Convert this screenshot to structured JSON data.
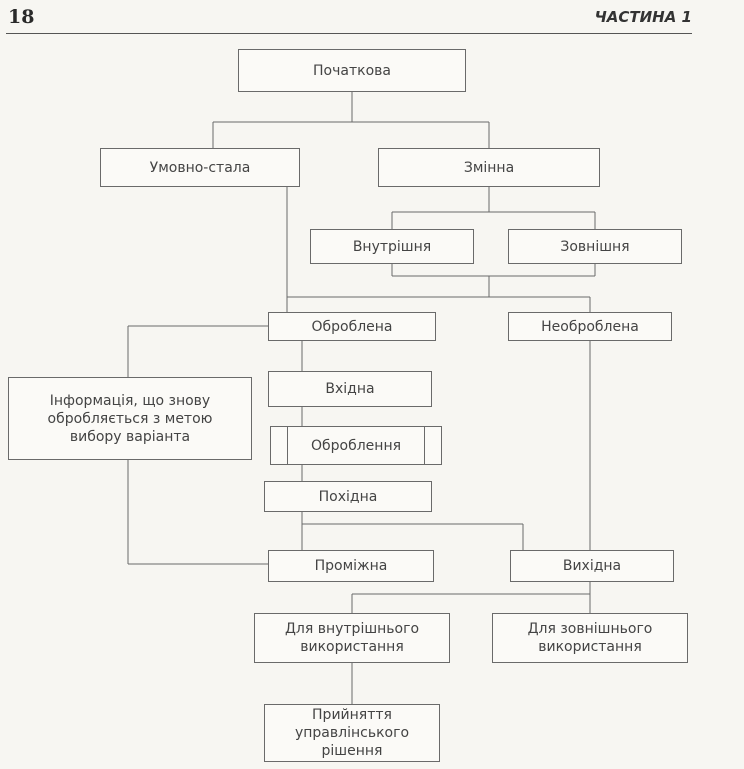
{
  "header": {
    "page_number": "18",
    "chapter": "ЧАСТИНА 1"
  },
  "nodes": {
    "initial": "Початкова",
    "conditional_constant": "Умовно-стала",
    "variable": "Змінна",
    "internal": "Внутрішня",
    "external": "Зовнішня",
    "processed": "Оброблена",
    "unprocessed": "Необроблена",
    "reprocessed": "Інформація, що знову\nобробляється з метою\nвибору варіанта",
    "input": "Вхідна",
    "processing": "Оброблення",
    "derived": "Похідна",
    "intermediate": "Проміжна",
    "output": "Вихідна",
    "for_internal_use": "Для внутрішнього\nвикористання",
    "for_external_use": "Для зовнішнього\nвикористання",
    "management_decision": "Прийняття\nуправлінського\nрішення"
  }
}
